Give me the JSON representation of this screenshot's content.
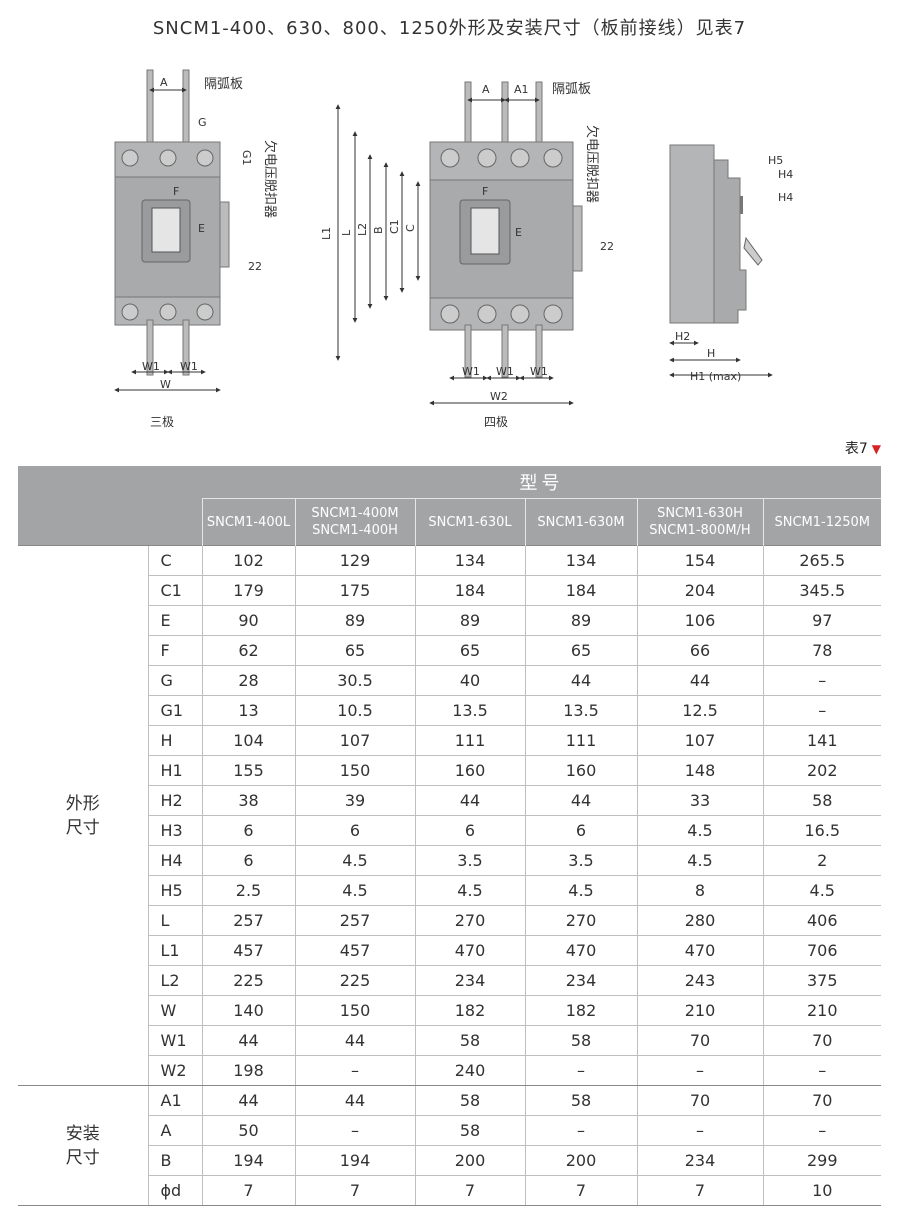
{
  "title": "SNCM1-400、630、800、1250外形及安装尺寸（板前接线）见表7",
  "diagram_labels": {
    "arc_plate": "隔弧板",
    "undervoltage": "欠电压脱扣器",
    "three_pole": "三极",
    "four_pole": "四极",
    "dim22": "22",
    "A": "A",
    "A1": "A1",
    "G": "G",
    "G1": "G1",
    "F": "F",
    "E": "E",
    "W": "W",
    "W1": "W1",
    "W2": "W2",
    "L": "L",
    "L1": "L1",
    "L2": "L2",
    "B": "B",
    "C": "C",
    "C1": "C1",
    "H": "H",
    "H1": "H1 (max)",
    "H2": "H2",
    "H4": "H4",
    "H5": "H5"
  },
  "table_label": "表7",
  "header": {
    "model": "型号",
    "models": [
      [
        "SNCM1-400L"
      ],
      [
        "SNCM1-400M",
        "SNCM1-400H"
      ],
      [
        "SNCM1-630L"
      ],
      [
        "SNCM1-630M"
      ],
      [
        "SNCM1-630H",
        "SNCM1-800M/H"
      ],
      [
        "SNCM1-1250M"
      ]
    ]
  },
  "groups": [
    {
      "name_lines": [
        "外形",
        "尺寸"
      ],
      "rows": [
        {
          "param": "C",
          "values": [
            "102",
            "129",
            "134",
            "134",
            "154",
            "265.5"
          ]
        },
        {
          "param": "C1",
          "values": [
            "179",
            "175",
            "184",
            "184",
            "204",
            "345.5"
          ]
        },
        {
          "param": "E",
          "values": [
            "90",
            "89",
            "89",
            "89",
            "106",
            "97"
          ]
        },
        {
          "param": "F",
          "values": [
            "62",
            "65",
            "65",
            "65",
            "66",
            "78"
          ]
        },
        {
          "param": "G",
          "values": [
            "28",
            "30.5",
            "40",
            "44",
            "44",
            "–"
          ]
        },
        {
          "param": "G1",
          "values": [
            "13",
            "10.5",
            "13.5",
            "13.5",
            "12.5",
            "–"
          ]
        },
        {
          "param": "H",
          "values": [
            "104",
            "107",
            "111",
            "111",
            "107",
            "141"
          ]
        },
        {
          "param": "H1",
          "values": [
            "155",
            "150",
            "160",
            "160",
            "148",
            "202"
          ]
        },
        {
          "param": "H2",
          "values": [
            "38",
            "39",
            "44",
            "44",
            "33",
            "58"
          ]
        },
        {
          "param": "H3",
          "values": [
            "6",
            "6",
            "6",
            "6",
            "4.5",
            "16.5"
          ]
        },
        {
          "param": "H4",
          "values": [
            "6",
            "4.5",
            "3.5",
            "3.5",
            "4.5",
            "2"
          ]
        },
        {
          "param": "H5",
          "values": [
            "2.5",
            "4.5",
            "4.5",
            "4.5",
            "8",
            "4.5"
          ]
        },
        {
          "param": "L",
          "values": [
            "257",
            "257",
            "270",
            "270",
            "280",
            "406"
          ]
        },
        {
          "param": "L1",
          "values": [
            "457",
            "457",
            "470",
            "470",
            "470",
            "706"
          ]
        },
        {
          "param": "L2",
          "values": [
            "225",
            "225",
            "234",
            "234",
            "243",
            "375"
          ]
        },
        {
          "param": "W",
          "values": [
            "140",
            "150",
            "182",
            "182",
            "210",
            "210"
          ]
        },
        {
          "param": "W1",
          "values": [
            "44",
            "44",
            "58",
            "58",
            "70",
            "70"
          ]
        },
        {
          "param": "W2",
          "values": [
            "198",
            "–",
            "240",
            "–",
            "–",
            "–"
          ]
        }
      ]
    },
    {
      "name_lines": [
        "安装",
        "尺寸"
      ],
      "rows": [
        {
          "param": "A1",
          "values": [
            "44",
            "44",
            "58",
            "58",
            "70",
            "70"
          ]
        },
        {
          "param": "A",
          "values": [
            "50",
            "–",
            "58",
            "–",
            "–",
            "–"
          ]
        },
        {
          "param": "B",
          "values": [
            "194",
            "194",
            "200",
            "200",
            "234",
            "299"
          ]
        },
        {
          "param": "ϕd",
          "values": [
            "7",
            "7",
            "7",
            "7",
            "7",
            "10"
          ]
        }
      ]
    }
  ]
}
